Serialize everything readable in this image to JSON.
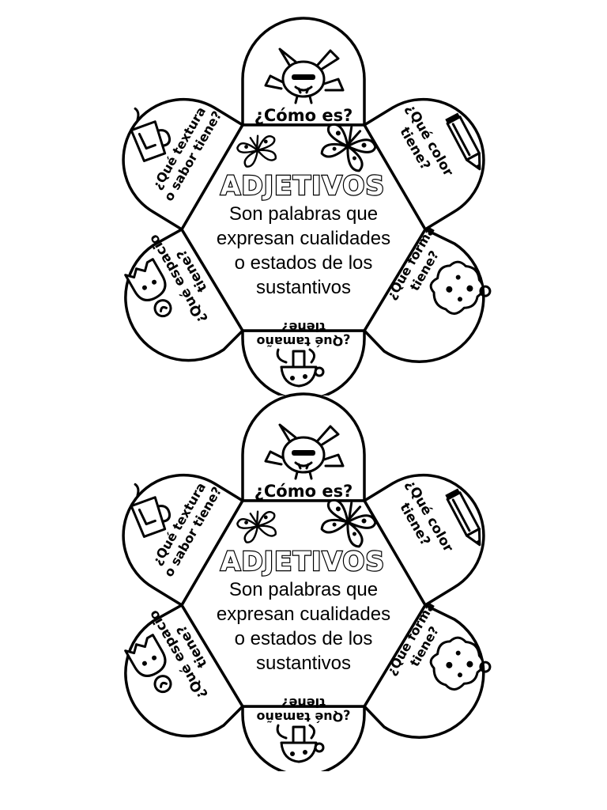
{
  "cards": [
    {
      "title": "ADJETIVOS",
      "definition": [
        "Son palabras que",
        "expresan cualidades",
        "o estados de los",
        "sustantivos"
      ],
      "petals": {
        "como_es": [
          "¿Cómo es?"
        ],
        "que_color": [
          "¿Qué color",
          "tiene?"
        ],
        "que_forma": [
          "¿Qué forma",
          "tiene?"
        ],
        "que_tamano": [
          "¿Qué tamaño",
          "tiene?"
        ],
        "que_espacio": [
          "¿Qué espacio",
          "tiene?"
        ],
        "que_textura": [
          "¿Qué textura",
          "o sabor tiene?"
        ]
      }
    },
    {
      "title": "ADJETIVOS",
      "definition": [
        "Son palabras que",
        "expresan cualidades",
        "o estados de los",
        "sustantivos"
      ],
      "petals": {
        "como_es": [
          "¿Cómo es?"
        ],
        "que_color": [
          "¿Qué color",
          "tiene?"
        ],
        "que_forma": [
          "¿Qué forma",
          "tiene?"
        ],
        "que_tamano": [
          "¿Qué tamaño",
          "tiene?"
        ],
        "que_espacio": [
          "¿Qué espacio",
          "tiene?"
        ],
        "que_textura": [
          "¿Qué textura",
          "o sabor tiene?"
        ]
      }
    }
  ],
  "icons": [
    "monster-icon",
    "pencil-icon",
    "blob-icon",
    "mushroom-icon",
    "ghost-icon",
    "cup-icon",
    "butterfly-icon"
  ]
}
